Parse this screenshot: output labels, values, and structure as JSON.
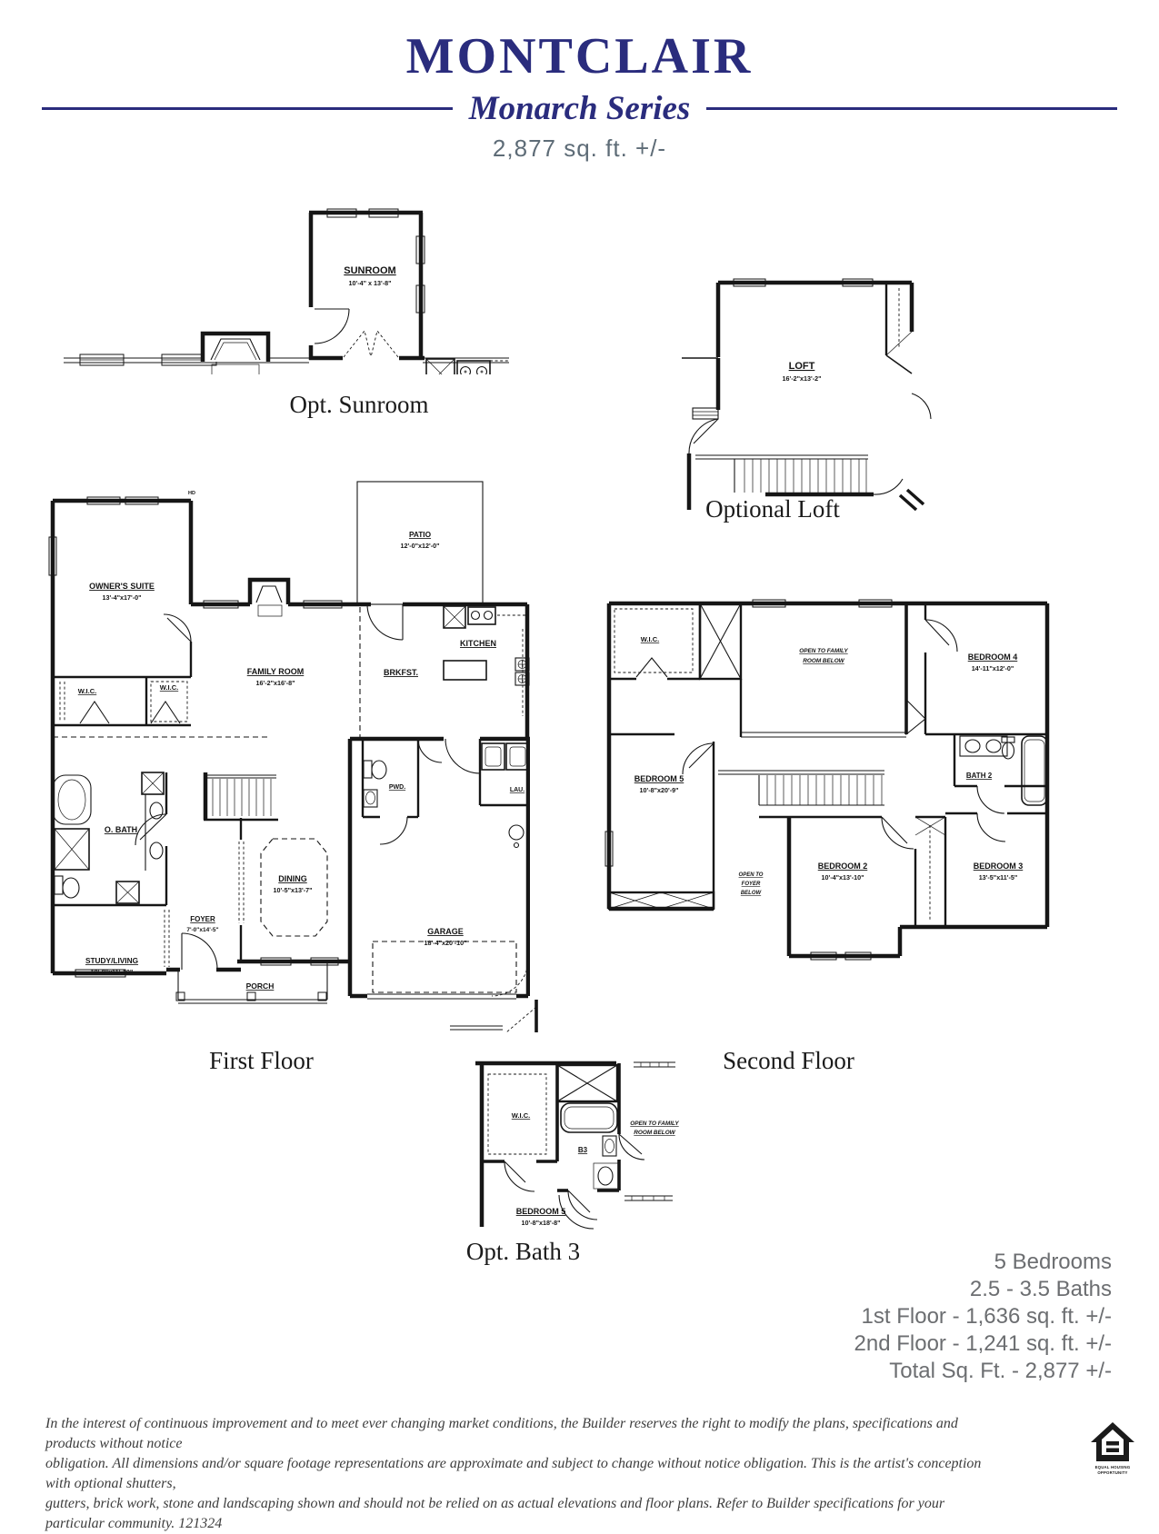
{
  "header": {
    "title": "MONTCLAIR",
    "series": "Monarch Series",
    "sqft": "2,877 sq. ft. +/-"
  },
  "captions": {
    "sunroom": "Opt. Sunroom",
    "loft": "Optional Loft",
    "first": "First Floor",
    "second": "Second Floor",
    "bath3": "Opt. Bath 3"
  },
  "rooms": {
    "sunroom": {
      "name": "SUNROOM",
      "dims": "10'-4\" x 13'-8\""
    },
    "loft": {
      "name": "LOFT",
      "dims": "16'-2\"x13'-2\""
    },
    "owners_suite": {
      "name": "OWNER'S SUITE",
      "dims": "13'-4\"x17'-0\""
    },
    "wic": "W.I.C.",
    "family_room": {
      "name": "FAMILY ROOM",
      "dims": "16'-2\"x16'-8\""
    },
    "patio": {
      "name": "PATIO",
      "dims": "12'-0\"x12'-0\""
    },
    "kitchen": "KITCHEN",
    "brkfst": "BRKFST.",
    "obath": "O. BATH",
    "pwd": "PWD.",
    "lau": "LAU.",
    "dining": {
      "name": "DINING",
      "dims": "10'-5\"x13'-7\""
    },
    "foyer": {
      "name": "FOYER",
      "dims": "7'-0\"x14'-5\""
    },
    "study": {
      "name": "STUDY/LIVING",
      "dims": "10'-8\"x11'-10\""
    },
    "garage": {
      "name": "GARAGE",
      "dims": "18'-4\"x20'-10\""
    },
    "porch": "PORCH",
    "hd": "HD",
    "open_family_1": "OPEN TO FAMILY",
    "open_family_2": "ROOM BELOW",
    "bedroom4": {
      "name": "BEDROOM 4",
      "dims": "14'-11\"x12'-0\""
    },
    "bath2": "BATH 2",
    "bedroom5_2f": {
      "name": "BEDROOM 5",
      "dims": "10'-8\"x20'-9\""
    },
    "open_foyer_1": "OPEN TO",
    "open_foyer_2": "FOYER",
    "open_foyer_3": "BELOW",
    "bedroom2": {
      "name": "BEDROOM 2",
      "dims": "10'-4\"x13'-10\""
    },
    "bedroom3": {
      "name": "BEDROOM 3",
      "dims": "13'-5\"x11'-5\""
    },
    "b3": "B3",
    "bedroom5_b3": {
      "name": "BEDROOM 5",
      "dims": "10'-8\"x18'-8\""
    }
  },
  "stats": [
    "5 Bedrooms",
    "2.5 - 3.5 Baths",
    "1st Floor - 1,636 sq. ft. +/-",
    "2nd Floor - 1,241 sq. ft. +/-",
    "Total Sq. Ft. - 2,877 +/-"
  ],
  "disclaimer": [
    "In the interest of continuous improvement and to meet ever changing market conditions, the Builder reserves the right to modify the plans,  specifications and products without notice",
    "obligation. All dimensions and/or square footage representations are approximate and subject to change without notice obligation. This is the artist's conception with optional shutters,",
    "gutters, brick work, stone and landscaping shown and should not be relied on as actual elevations and floor plans. Refer to Builder specifications for your particular community. 121324"
  ],
  "eho": {
    "line1": "EQUAL HOUSING",
    "line2": "OPPORTUNITY"
  },
  "colors": {
    "brand_blue": "#2a2c7d",
    "sqft_gray": "#5e6c77",
    "stats_gray": "#6c6e71",
    "plan_ink": "#161616"
  }
}
